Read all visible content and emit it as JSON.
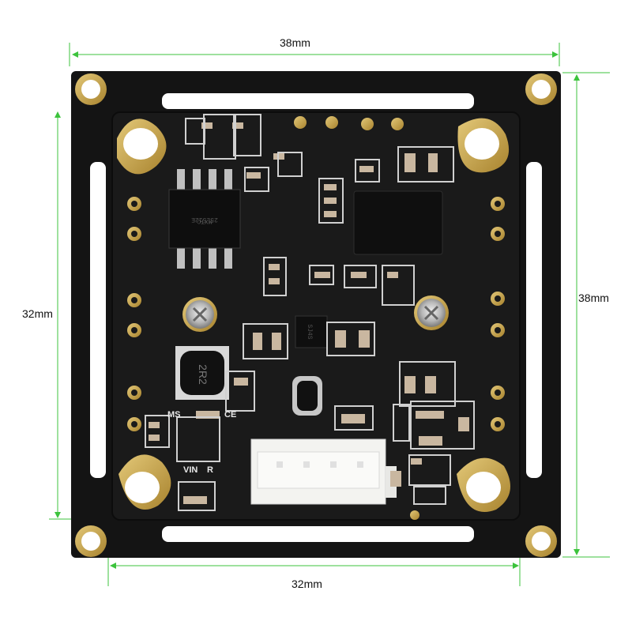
{
  "dimensions": {
    "top_width": "38mm",
    "right_height": "38mm",
    "left_height": "32mm",
    "bottom_width": "32mm"
  },
  "board_markings": {
    "inductor": "2R2",
    "chip_a": "MXTC 25L512E",
    "chip_b": "SJ4S",
    "pin_labels": [
      "MS",
      "CE",
      "VIN",
      "R"
    ]
  },
  "colors": {
    "pcb": "#141414",
    "pad_gold": "#c9a44a",
    "dimension_line": "#3cc33c",
    "text": "#111111"
  }
}
